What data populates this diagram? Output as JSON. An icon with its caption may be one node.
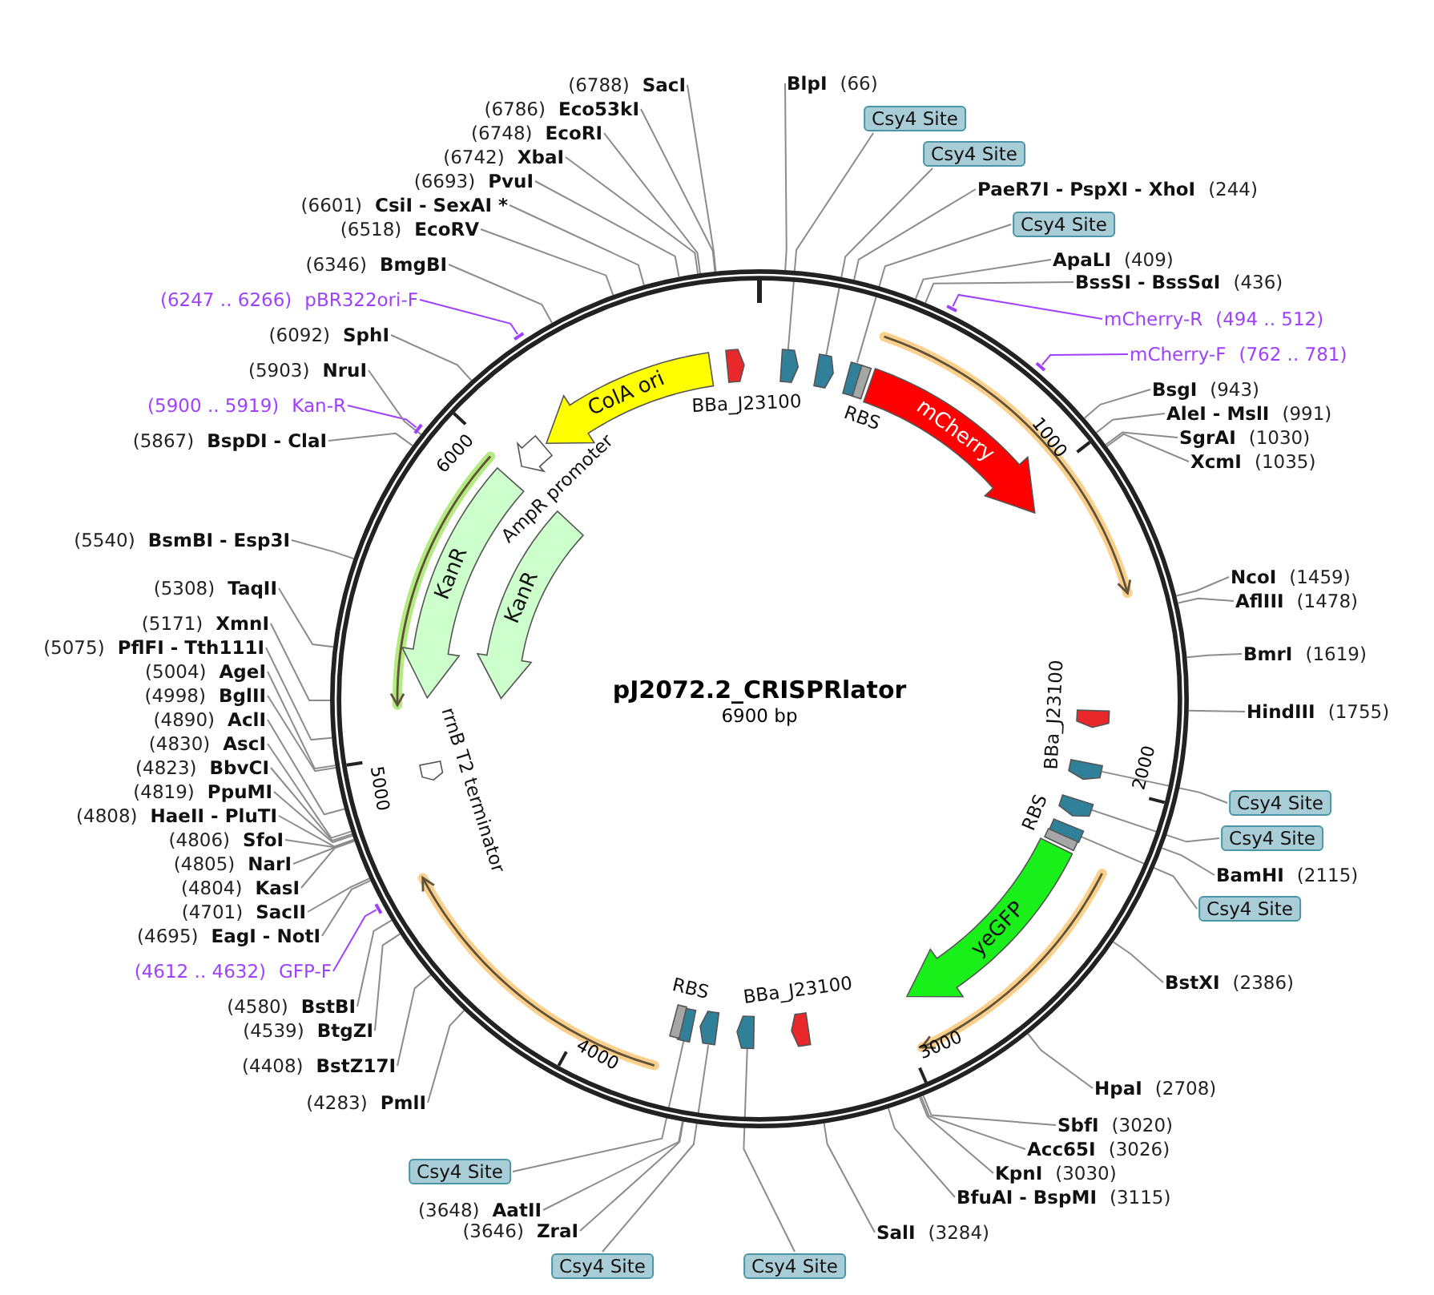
{
  "diagram": {
    "nodes": [
      {
        "text": [
          "pJ2072.2_CRISPRlator",
          "6900 bp"
        ]
      },
      {
        "text": [],
        "shape": "pentagon",
        "in": 0,
        "beside": [
          "BBa_J23100"
        ]
      },
      {
        "text": [],
        "shape": "pentagon",
        "in": 0
      },
      {
        "text": [],
        "shape": "pentagon",
        "in": 0
      },
      {
        "text": [],
        "shape": "pentagon",
        "in": 0
      },
      {
        "text": [],
        "shape": "box",
        "in": 0,
        "beside": [
          "RBS"
        ]
      },
      {
        "text": [
          "mCherry"
        ],
        "in": 0
      },
      {
        "text": [],
        "shape": "pentagon",
        "in": 0,
        "beside": [
          "BBa_J23100"
        ]
      },
      {
        "text": [],
        "shape": "pentagon",
        "in": 0
      },
      {
        "text": [],
        "shape": "pentagon",
        "in": 0
      },
      {
        "text": [],
        "shape": "pentagon",
        "in": 0
      },
      {
        "text": [],
        "shape": "box",
        "in": 0,
        "beside": [
          "RBS"
        ]
      },
      {
        "text": [
          "yeGFP"
        ],
        "in": 0
      },
      {
        "text": [],
        "shape": "pentagon",
        "in": 0,
        "beside": [
          "BBa_J23100"
        ]
      },
      {
        "text": [],
        "shape": "pentagon",
        "in": 0
      },
      {
        "text": [],
        "shape": "pentagon",
        "in": 0
      },
      {
        "text": [],
        "shape": "pentagon",
        "in": 0
      },
      {
        "text": [],
        "shape": "box",
        "in": 0,
        "beside": [
          "RBS"
        ]
      },
      {
        "text": [],
        "shape": "pentagon",
        "in": 0,
        "beside": [
          "rrnB T2 terminator"
        ]
      },
      {
        "text": [
          "KanR"
        ],
        "in": 0
      },
      {
        "text": [],
        "shape": "pentagon",
        "in": 0,
        "beside": [
          "AmpR promoter"
        ]
      },
      {
        "text": [
          "KanR"
        ],
        "in": 0
      },
      {
        "text": [
          "ColA ori"
        ],
        "in": 0
      },
      {
        "text": [
          "BlpI",
          "(66)"
        ]
      },
      {
        "text": [
          "Csy4 Site"
        ]
      },
      {
        "text": [
          "Csy4 Site"
        ]
      },
      {
        "text": [
          "PaeR7I - PspXI - XhoI",
          "(244)"
        ]
      },
      {
        "text": [
          "Csy4 Site"
        ]
      },
      {
        "text": [
          "ApaLI",
          "(409)"
        ]
      },
      {
        "text": [
          "BssSI - BssSαI",
          "(436)"
        ]
      },
      {
        "text": [
          "mCherry-R",
          "(494 .. 512)"
        ]
      },
      {
        "text": [
          "mCherry-F",
          "(762 .. 781)"
        ]
      },
      {
        "text": [
          "BsgI",
          "(943)"
        ]
      },
      {
        "text": [
          "AleI - MslI",
          "(991)"
        ]
      },
      {
        "text": [
          "SgrAI",
          "(1030)"
        ]
      },
      {
        "text": [
          "XcmI",
          "(1035)"
        ]
      },
      {
        "text": [
          "NcoI",
          "(1459)"
        ]
      },
      {
        "text": [
          "AflIII",
          "(1478)"
        ]
      },
      {
        "text": [
          "BmrI",
          "(1619)"
        ]
      },
      {
        "text": [
          "HindIII",
          "(1755)"
        ]
      },
      {
        "text": [
          "Csy4 Site"
        ]
      },
      {
        "text": [
          "Csy4 Site"
        ]
      },
      {
        "text": [
          "BamHI",
          "(2115)"
        ]
      },
      {
        "text": [
          "Csy4 Site"
        ]
      },
      {
        "text": [
          "BstXI",
          "(2386)"
        ]
      },
      {
        "text": [
          "HpaI",
          "(2708)"
        ]
      },
      {
        "text": [
          "SbfI",
          "(3020)"
        ]
      },
      {
        "text": [
          "Acc65I",
          "(3026)"
        ]
      },
      {
        "text": [
          "KpnI",
          "(3030)"
        ]
      },
      {
        "text": [
          "BfuAI - BspMI",
          "(3115)"
        ]
      },
      {
        "text": [
          "SalI",
          "(3284)"
        ]
      },
      {
        "text": [
          "Csy4 Site"
        ]
      },
      {
        "text": [
          "Csy4 Site"
        ]
      },
      {
        "text": [
          "(3646)",
          "ZraI"
        ]
      },
      {
        "text": [
          "(3648)",
          "AatII"
        ]
      },
      {
        "text": [
          "Csy4 Site"
        ]
      },
      {
        "text": [
          "(4283)",
          "PmlI"
        ]
      },
      {
        "text": [
          "(4408)",
          "BstZ17I"
        ]
      },
      {
        "text": [
          "(4539)",
          "BtgZI"
        ]
      },
      {
        "text": [
          "(4580)",
          "BstBI"
        ]
      },
      {
        "text": [
          "(4612 .. 4632)",
          "GFP-F"
        ]
      },
      {
        "text": [
          "(4695)",
          "EagI - NotI"
        ]
      },
      {
        "text": [
          "(4701)",
          "SacII"
        ]
      },
      {
        "text": [
          "(4804)",
          "KasI"
        ]
      },
      {
        "text": [
          "(4805)",
          "NarI"
        ]
      },
      {
        "text": [
          "(4806)",
          "SfoI"
        ]
      },
      {
        "text": [
          "(4808)",
          "HaeII - PluTI"
        ]
      },
      {
        "text": [
          "(4819)",
          "PpuMI"
        ]
      },
      {
        "text": [
          "(4823)",
          "BbvCI"
        ]
      },
      {
        "text": [
          "(4830)",
          "AscI"
        ]
      },
      {
        "text": [
          "(4890)",
          "AclI"
        ]
      },
      {
        "text": [
          "(4998)",
          "BglII"
        ]
      },
      {
        "text": [
          "(5004)",
          "AgeI"
        ]
      },
      {
        "text": [
          "(5075)",
          "PflFI - Tth111I"
        ]
      },
      {
        "text": [
          "(5171)",
          "XmnI"
        ]
      },
      {
        "text": [
          "(5308)",
          "TaqII"
        ]
      },
      {
        "text": [
          "(5540)",
          "BsmBI - Esp3I"
        ]
      },
      {
        "text": [
          "(5867)",
          "BspDI - ClaI"
        ]
      },
      {
        "text": [
          "(5900 .. 5919)",
          "Kan-R"
        ]
      },
      {
        "text": [
          "(5903)",
          "NruI"
        ]
      },
      {
        "text": [
          "(6092)",
          "SphI"
        ]
      },
      {
        "text": [
          "(6247 .. 6266)",
          "pBR322ori-F"
        ]
      },
      {
        "text": [
          "(6346)",
          "BmgBI"
        ]
      },
      {
        "text": [
          "(6518)",
          "EcoRV"
        ]
      },
      {
        "text": [
          "(6601)",
          "CsiI - SexAI *"
        ]
      },
      {
        "text": [
          "(6693)",
          "PvuI"
        ]
      },
      {
        "text": [
          "(6742)",
          "XbaI"
        ]
      },
      {
        "text": [
          "(6748)",
          "EcoRI"
        ]
      },
      {
        "text": [
          "(6786)",
          "Eco53kI"
        ]
      },
      {
        "text": [
          "(6788)",
          "SacI"
        ]
      }
    ],
    "edges": [
      {
        "from": 23,
        "to": 0,
        "arrow": "none"
      },
      {
        "from": 24,
        "to": 2,
        "arrow": "none"
      },
      {
        "from": 25,
        "to": 3,
        "arrow": "none"
      },
      {
        "from": 26,
        "to": 0,
        "arrow": "none"
      },
      {
        "from": 27,
        "to": 4,
        "arrow": "none"
      },
      {
        "from": 28,
        "to": 0,
        "arrow": "none"
      },
      {
        "from": 29,
        "to": 0,
        "arrow": "none"
      },
      {
        "from": 30,
        "to": 0,
        "arrow": "none",
        "color": "#a040ff"
      },
      {
        "from": 31,
        "to": 0,
        "arrow": "none",
        "color": "#a040ff"
      },
      {
        "from": 32,
        "to": 0,
        "arrow": "none"
      },
      {
        "from": 33,
        "to": 0,
        "arrow": "none"
      },
      {
        "from": 34,
        "to": 0,
        "arrow": "none"
      },
      {
        "from": 35,
        "to": 0,
        "arrow": "none"
      },
      {
        "from": 36,
        "to": 0,
        "arrow": "none"
      },
      {
        "from": 37,
        "to": 0,
        "arrow": "none"
      },
      {
        "from": 38,
        "to": 0,
        "arrow": "none"
      },
      {
        "from": 39,
        "to": 0,
        "arrow": "none"
      },
      {
        "from": 40,
        "to": 8,
        "arrow": "none"
      },
      {
        "from": 41,
        "to": 9,
        "arrow": "none"
      },
      {
        "from": 42,
        "to": 0,
        "arrow": "none"
      },
      {
        "from": 43,
        "to": 10,
        "arrow": "none"
      },
      {
        "from": 44,
        "to": 0,
        "arrow": "none"
      },
      {
        "from": 45,
        "to": 0,
        "arrow": "none"
      },
      {
        "from": 46,
        "to": 0,
        "arrow": "none"
      },
      {
        "from": 47,
        "to": 0,
        "arrow": "none"
      },
      {
        "from": 48,
        "to": 0,
        "arrow": "none"
      },
      {
        "from": 49,
        "to": 0,
        "arrow": "none"
      },
      {
        "from": 50,
        "to": 0,
        "arrow": "none"
      },
      {
        "from": 51,
        "to": 14,
        "arrow": "none"
      },
      {
        "from": 52,
        "to": 15,
        "arrow": "none"
      },
      {
        "from": 53,
        "to": 0,
        "arrow": "none"
      },
      {
        "from": 54,
        "to": 0,
        "arrow": "none"
      },
      {
        "from": 55,
        "to": 16,
        "arrow": "none"
      },
      {
        "from": 56,
        "to": 0,
        "arrow": "none"
      },
      {
        "from": 57,
        "to": 0,
        "arrow": "none"
      },
      {
        "from": 58,
        "to": 0,
        "arrow": "none"
      },
      {
        "from": 59,
        "to": 0,
        "arrow": "none"
      },
      {
        "from": 60,
        "to": 0,
        "arrow": "none",
        "color": "#a040ff"
      },
      {
        "from": 61,
        "to": 0,
        "arrow": "none"
      },
      {
        "from": 62,
        "to": 0,
        "arrow": "none"
      },
      {
        "from": 63,
        "to": 0,
        "arrow": "none"
      },
      {
        "from": 64,
        "to": 0,
        "arrow": "none"
      },
      {
        "from": 65,
        "to": 0,
        "arrow": "none"
      },
      {
        "from": 66,
        "to": 0,
        "arrow": "none"
      },
      {
        "from": 67,
        "to": 0,
        "arrow": "none"
      },
      {
        "from": 68,
        "to": 0,
        "arrow": "none"
      },
      {
        "from": 69,
        "to": 0,
        "arrow": "none"
      },
      {
        "from": 70,
        "to": 0,
        "arrow": "none"
      },
      {
        "from": 71,
        "to": 0,
        "arrow": "none"
      },
      {
        "from": 72,
        "to": 0,
        "arrow": "none"
      },
      {
        "from": 73,
        "to": 0,
        "arrow": "none"
      },
      {
        "from": 74,
        "to": 0,
        "arrow": "none"
      },
      {
        "from": 75,
        "to": 0,
        "arrow": "none"
      },
      {
        "from": 76,
        "to": 0,
        "arrow": "none"
      },
      {
        "from": 77,
        "to": 0,
        "arrow": "none"
      },
      {
        "from": 78,
        "to": 0,
        "arrow": "none",
        "color": "#a040ff"
      },
      {
        "from": 79,
        "to": 0,
        "arrow": "none"
      },
      {
        "from": 80,
        "to": 0,
        "arrow": "none"
      },
      {
        "from": 81,
        "to": 0,
        "arrow": "none",
        "color": "#a040ff"
      },
      {
        "from": 82,
        "to": 0,
        "arrow": "none"
      },
      {
        "from": 83,
        "to": 0,
        "arrow": "none"
      },
      {
        "from": 84,
        "to": 0,
        "arrow": "none"
      },
      {
        "from": 85,
        "to": 0,
        "arrow": "none"
      },
      {
        "from": 86,
        "to": 0,
        "arrow": "none"
      },
      {
        "from": 87,
        "to": 0,
        "arrow": "none"
      },
      {
        "from": 88,
        "to": 0,
        "arrow": "none"
      },
      {
        "from": 89,
        "to": 0,
        "arrow": "none"
      }
    ],
    "labels": [
      "1000",
      "2000",
      "3000",
      "4000",
      "5000",
      "6000"
    ]
  }
}
